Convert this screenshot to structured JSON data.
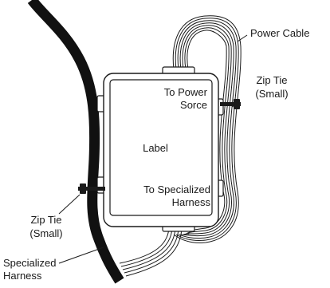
{
  "labels": {
    "power_cable": "Power Cable",
    "zip_tie_right_1": "Zip Tie",
    "zip_tie_right_2": "(Small)",
    "to_power_1": "To Power",
    "to_power_2": "Sorce",
    "label": "Label",
    "to_specialized_1": "To Specialized",
    "to_specialized_2": "Harness",
    "zip_tie_left_1": "Zip Tie",
    "zip_tie_left_2": "(Small)",
    "specialized_harness_1": "Specialized",
    "specialized_harness_2": "Harness"
  },
  "colors": {
    "ink": "#1a1a1a",
    "harness": "#111111",
    "paper": "#ffffff"
  }
}
